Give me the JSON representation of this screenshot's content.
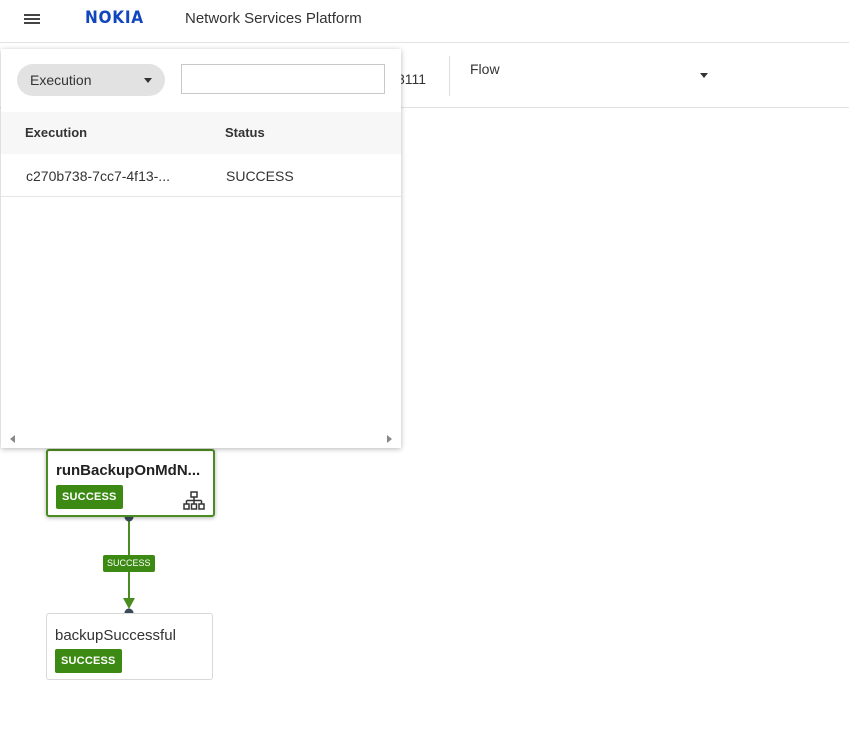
{
  "header": {
    "menu_icon": "hamburger-menu-icon",
    "logo_text": "NOKIA",
    "app_title": "Network Services Platform"
  },
  "toolbar": {
    "partial_id_text": "8111",
    "view_select_value": "Flow"
  },
  "popup": {
    "filter_select_value": "Execution",
    "search_value": "",
    "table": {
      "columns": [
        "Execution",
        "Status"
      ],
      "rows": [
        {
          "execution": "c270b738-7cc7-4f13-...",
          "status": "SUCCESS"
        }
      ]
    }
  },
  "flow": {
    "nodes": [
      {
        "name": "runBackupOnMdN...",
        "status": "SUCCESS",
        "icon": "subflow-icon"
      },
      {
        "name": "backupSuccessful",
        "status": "SUCCESS"
      }
    ],
    "edge_label": "SUCCESS"
  },
  "colors": {
    "success": "#3c8a13",
    "node_border_active": "#4a8c1f",
    "brand": "#1246bd"
  }
}
